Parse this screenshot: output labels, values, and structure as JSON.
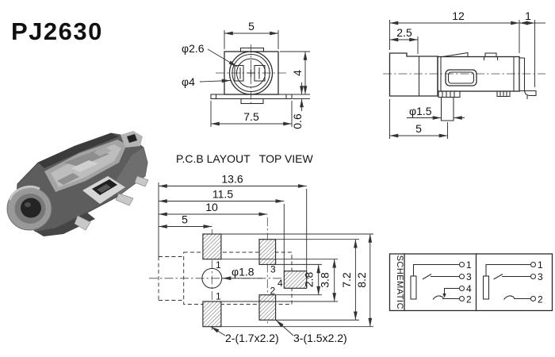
{
  "title": "PJ2630",
  "section_label": "P.C.B LAYOUT   TOP VIEW",
  "front_view": {
    "width": "5",
    "inner_dia": "φ2.6",
    "outer_dia": "φ4",
    "height": "4",
    "base_width": "7.5",
    "base_thk": "0.6"
  },
  "side_view": {
    "length": "12",
    "tail": "1",
    "barrel_len": "2.5",
    "pin_dia": "φ1.5",
    "pin_pos": "5"
  },
  "pcb_layout": {
    "total_w": "13.6",
    "pad4_x": "11.5",
    "col2_x": "10",
    "col1_x": "5",
    "hole_dia": "φ1.8",
    "gap_inner": "2.8",
    "gap_outer": "3.8",
    "span_inner": "7.2",
    "span_outer": "8.2",
    "pad_labels": {
      "p1_top": "1",
      "p3": "3",
      "p4": "4",
      "p2": "2",
      "p1_bottom": "1"
    },
    "note_pads_17": "2-(1.7x2.2)",
    "note_pads_15": "3-(1.5x2.2)"
  },
  "schematic": {
    "label": "SCHEMATIC",
    "left_pins": [
      "1",
      "3",
      "4",
      "2"
    ],
    "right_pins": [
      "1",
      "3",
      "2"
    ]
  }
}
